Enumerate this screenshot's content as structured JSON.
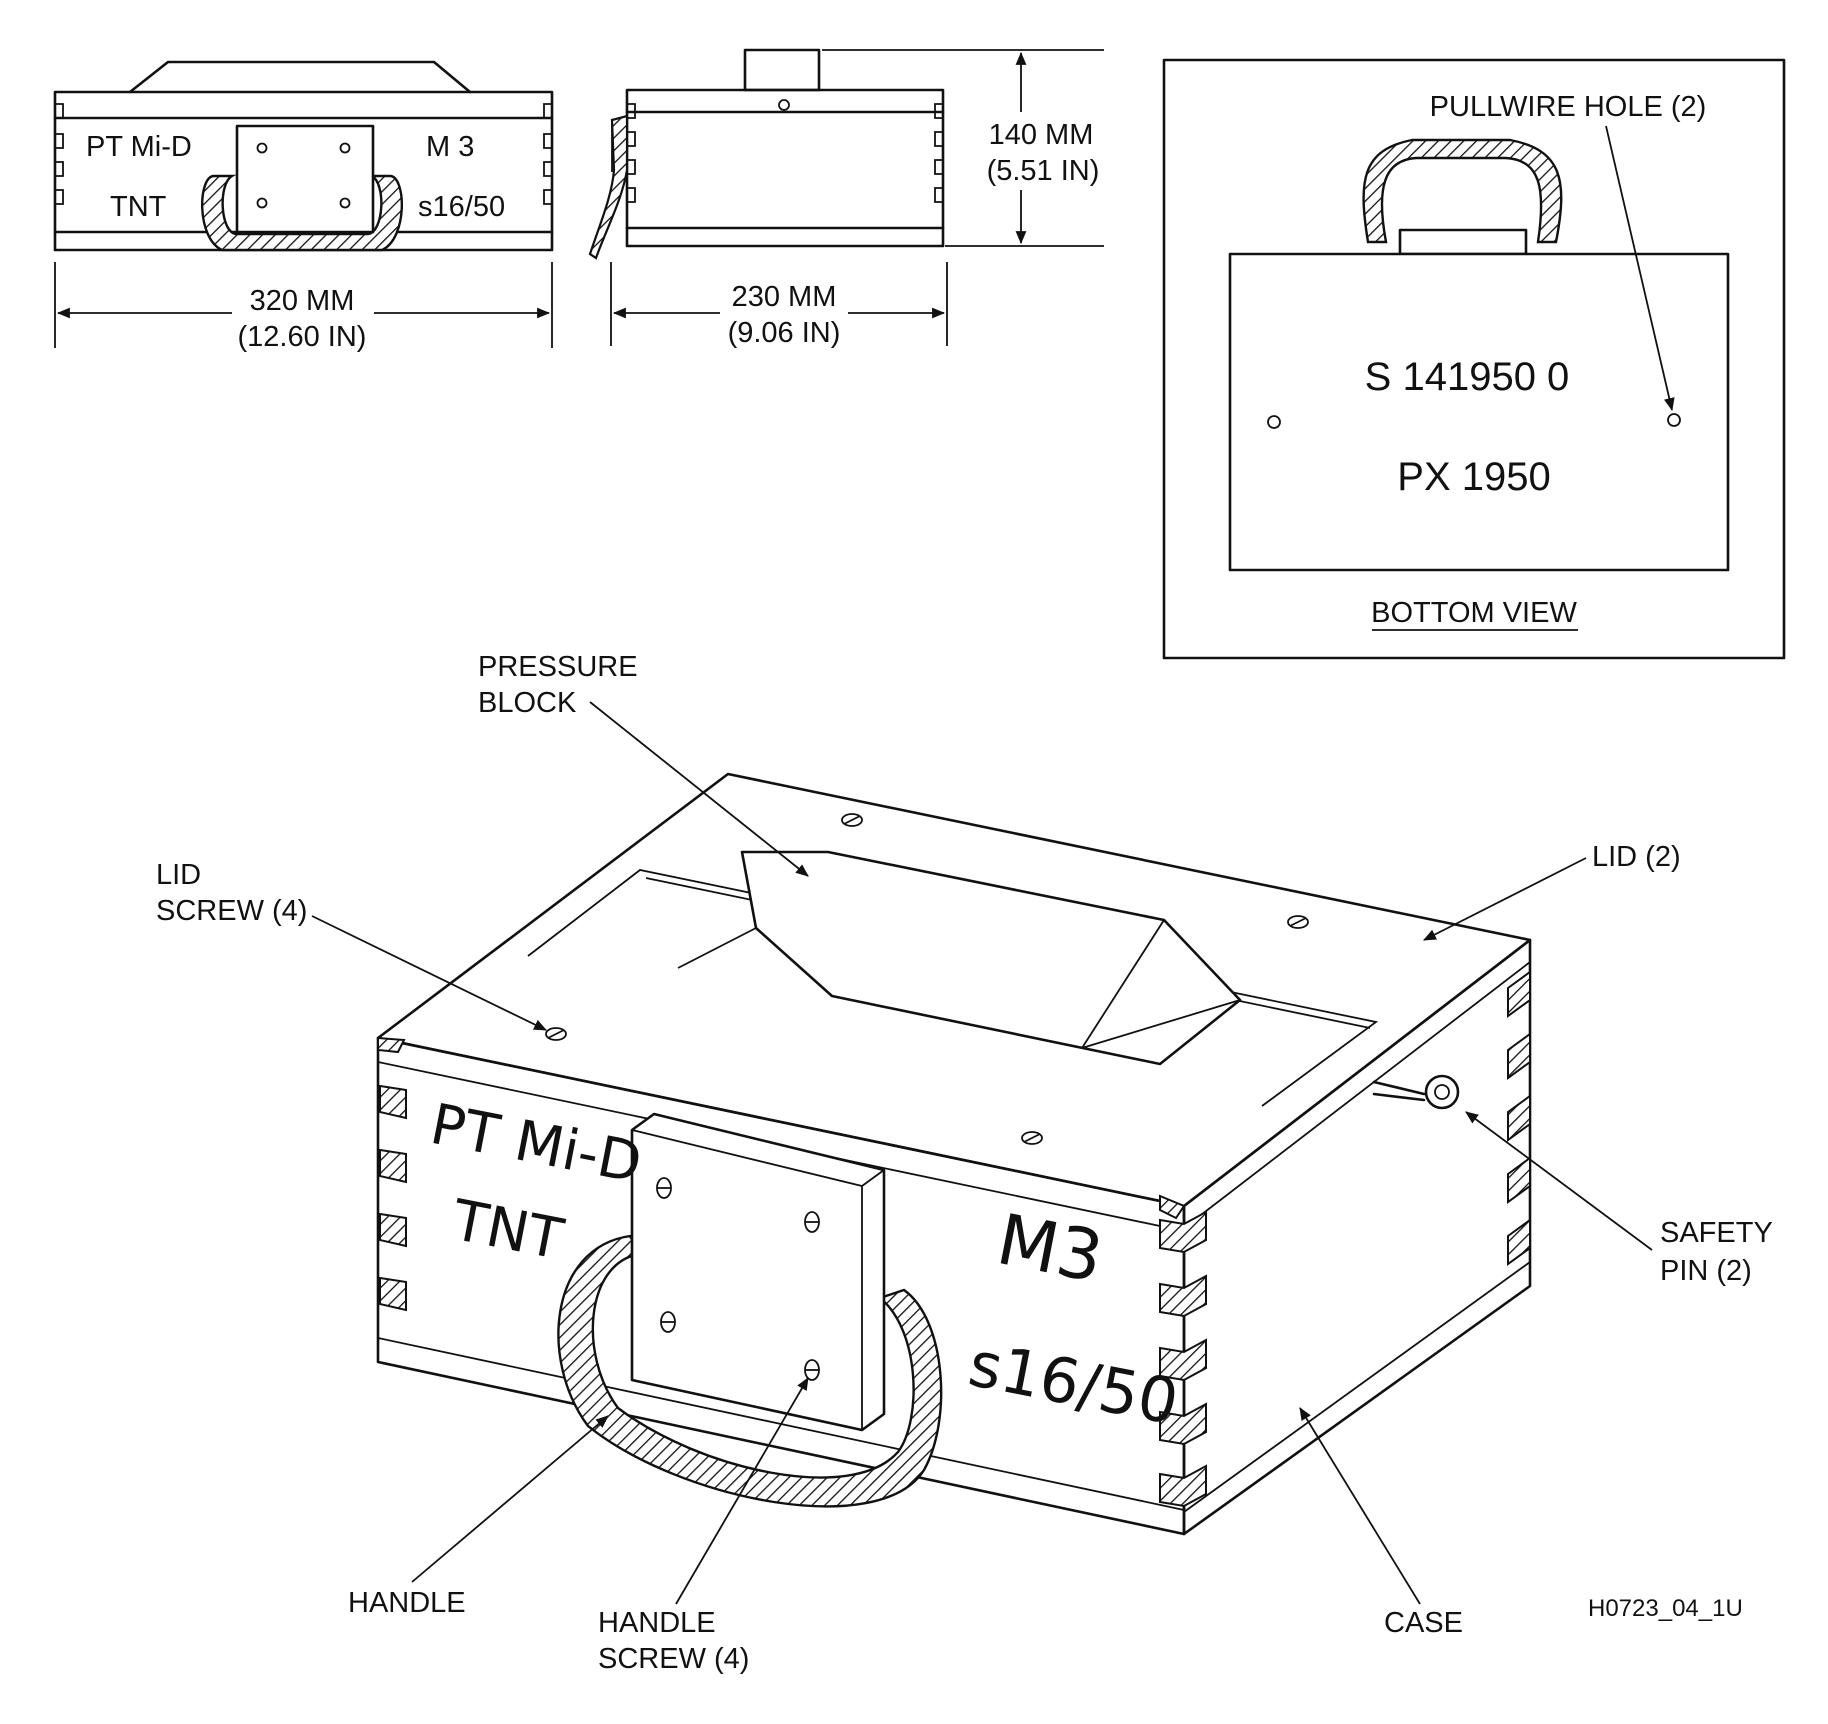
{
  "colors": {
    "ink": "#111111",
    "background": "#ffffff"
  },
  "front_view": {
    "markings": {
      "line1_left": "PT Mi-D",
      "line2_left": "TNT",
      "line1_right": "M 3",
      "line2_right": "s16/50"
    },
    "width_mm": "320 MM",
    "width_in": "(12.60 IN)"
  },
  "side_view": {
    "depth_mm": "230 MM",
    "depth_in": "(9.06 IN)",
    "height_mm": "140 MM",
    "height_in": "(5.51 IN)"
  },
  "bottom_view": {
    "pullwire_label": "PULLWIRE HOLE (2)",
    "stamp_line1": "S 141950 0",
    "stamp_line2": "PX 1950",
    "caption": "BOTTOM VIEW"
  },
  "iso_view": {
    "markings": {
      "line1_left": "PT Mi-D",
      "line2_left": "TNT",
      "line1_right": "M3",
      "line2_right": "s16/50"
    },
    "callouts": {
      "pressure_block_1": "PRESSURE",
      "pressure_block_2": "BLOCK",
      "lid_screw_1": "LID",
      "lid_screw_2": "SCREW (4)",
      "lid": "LID (2)",
      "safety_pin_1": "SAFETY",
      "safety_pin_2": "PIN (2)",
      "handle": "HANDLE",
      "handle_screw_1": "HANDLE",
      "handle_screw_2": "SCREW (4)",
      "case": "CASE"
    }
  },
  "figure_id": "H0723_04_1U"
}
